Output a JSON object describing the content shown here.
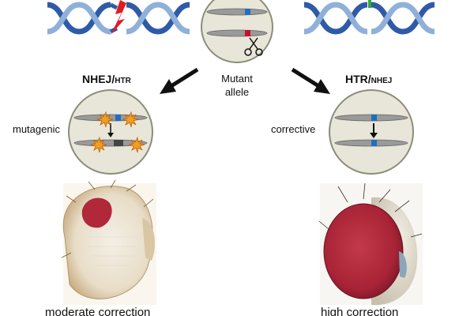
{
  "center": {
    "label_line1": "Mutant",
    "label_line2": "allele"
  },
  "left": {
    "title_main": "NHEJ/",
    "title_sub": "HTR",
    "outcome_label": "mutagenic",
    "caption": "moderate correction"
  },
  "right": {
    "title_main": "HTR/",
    "title_sub": "NHEJ",
    "outcome_label": "corrective",
    "caption": "high correction"
  },
  "icons": [
    "dna-helix-icon",
    "lightning-bolt-icon",
    "scissors-icon",
    "arrow-icon",
    "spark-icon"
  ],
  "colors": {
    "dna_blue": "#2f5aa8",
    "dna_light": "#8fb0d8",
    "cell_fill": "#e8e6d8",
    "cell_stroke": "#8c8c7a",
    "chromosome": "#9a9a9a",
    "mutation_red": "#c8102e",
    "allele_blue": "#1e6fc2",
    "spark_orange": "#f0a020",
    "eye_red": "#b0283a"
  }
}
